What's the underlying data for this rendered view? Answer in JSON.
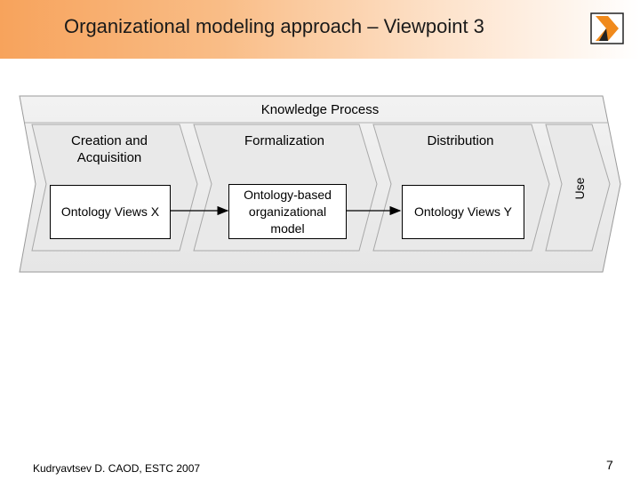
{
  "slide": {
    "title": "Organizational modeling approach – Viewpoint 3",
    "page_number": "7",
    "footer": "Kudryavtsev D. CAOD, ESTC 2007",
    "logo_icon": "orange-chevron-arrow-icon",
    "colors": {
      "header_orange": "#f7a35c",
      "chevron_fill": "#e8e8e8",
      "process_band_fill": "#ededed"
    }
  },
  "process": {
    "title": "Knowledge Process",
    "stages": [
      {
        "label": "Creation and Acquisition"
      },
      {
        "label": "Formalization"
      },
      {
        "label": "Distribution"
      },
      {
        "label": "Use"
      }
    ],
    "boxes": [
      {
        "label": "Ontology Views X"
      },
      {
        "label": "Ontology-based organizational model"
      },
      {
        "label": "Ontology Views Y"
      }
    ]
  }
}
